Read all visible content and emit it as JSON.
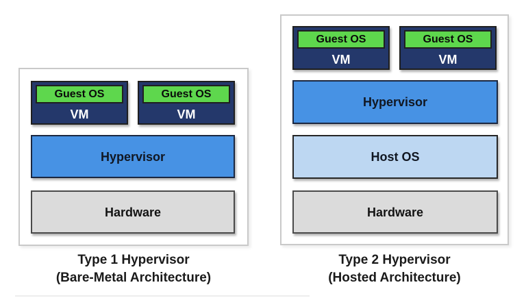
{
  "page": {
    "background": "#ffffff"
  },
  "colors": {
    "vm_body_navy": "#24386B",
    "guest_os_green": "#5ED74D",
    "hypervisor_blue": "#4792E4",
    "host_os_light_blue": "#BDD7F2",
    "hardware_gray": "#DBDBDB",
    "outer_box_border": "#C9C9C9",
    "dark_border": "#1F1F1F",
    "caption_text": "#1A1A1A",
    "vm_text": "#FFFFFF"
  },
  "diagrams": [
    {
      "caption": {
        "title": "Type 1 Hypervisor",
        "subtitle": "(Bare-Metal Architecture)"
      },
      "vms": [
        {
          "guest_os": "Guest OS",
          "name": "VM"
        },
        {
          "guest_os": "Guest OS",
          "name": "VM"
        }
      ],
      "layers": [
        {
          "label": "Hypervisor",
          "kind": "hypervisor"
        },
        {
          "label": "Hardware",
          "kind": "hardware"
        }
      ]
    },
    {
      "caption": {
        "title": "Type 2 Hypervisor",
        "subtitle": "(Hosted Architecture)"
      },
      "vms": [
        {
          "guest_os": "Guest OS",
          "name": "VM"
        },
        {
          "guest_os": "Guest OS",
          "name": "VM"
        }
      ],
      "layers": [
        {
          "label": "Hypervisor",
          "kind": "hypervisor"
        },
        {
          "label": "Host OS",
          "kind": "host-os"
        },
        {
          "label": "Hardware",
          "kind": "hardware"
        }
      ]
    }
  ]
}
